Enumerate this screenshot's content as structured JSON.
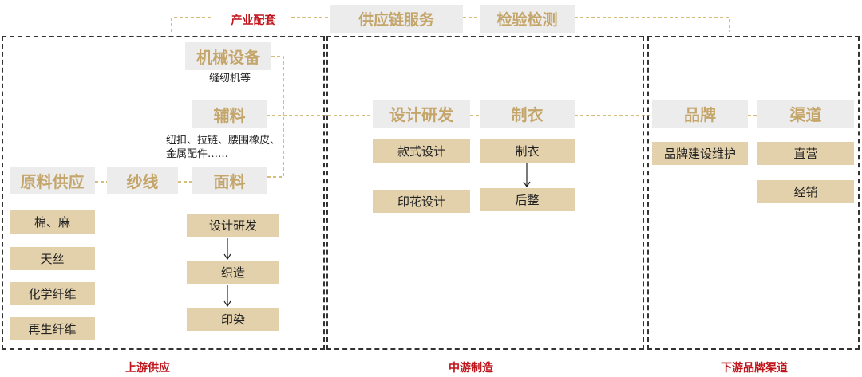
{
  "header": {
    "industry_support": "产业配套",
    "supply_chain_service": "供应链服务",
    "inspection_testing": "检验检测"
  },
  "upstream": {
    "label": "上游供应",
    "machinery": "机械设备",
    "machinery_note": "缝纫机等",
    "accessories": "辅料",
    "accessories_note": "纽扣、拉链、腰围橡皮、金属配件……",
    "raw_material": "原料供应",
    "yarn": "纱线",
    "fabric": "面料",
    "raw_items": [
      "棉、麻",
      "天丝",
      "化学纤维",
      "再生纤维"
    ],
    "fabric_steps": [
      "设计研发",
      "织造",
      "印染"
    ]
  },
  "midstream": {
    "label": "中游制造",
    "design": "设计研发",
    "garment": "制衣",
    "design_items": [
      "款式设计",
      "印花设计"
    ],
    "garment_steps": [
      "制衣",
      "后整"
    ]
  },
  "downstream": {
    "label": "下游品牌渠道",
    "brand": "品牌",
    "channel": "渠道",
    "brand_items": [
      "品牌建设维护"
    ],
    "channel_items": [
      "直营",
      "经销"
    ]
  },
  "colors": {
    "accent_gold": "#c4a56a",
    "tan_box": "#e3d1ac",
    "red_label": "#c0151b",
    "dashed_line": "#c8a74e"
  }
}
